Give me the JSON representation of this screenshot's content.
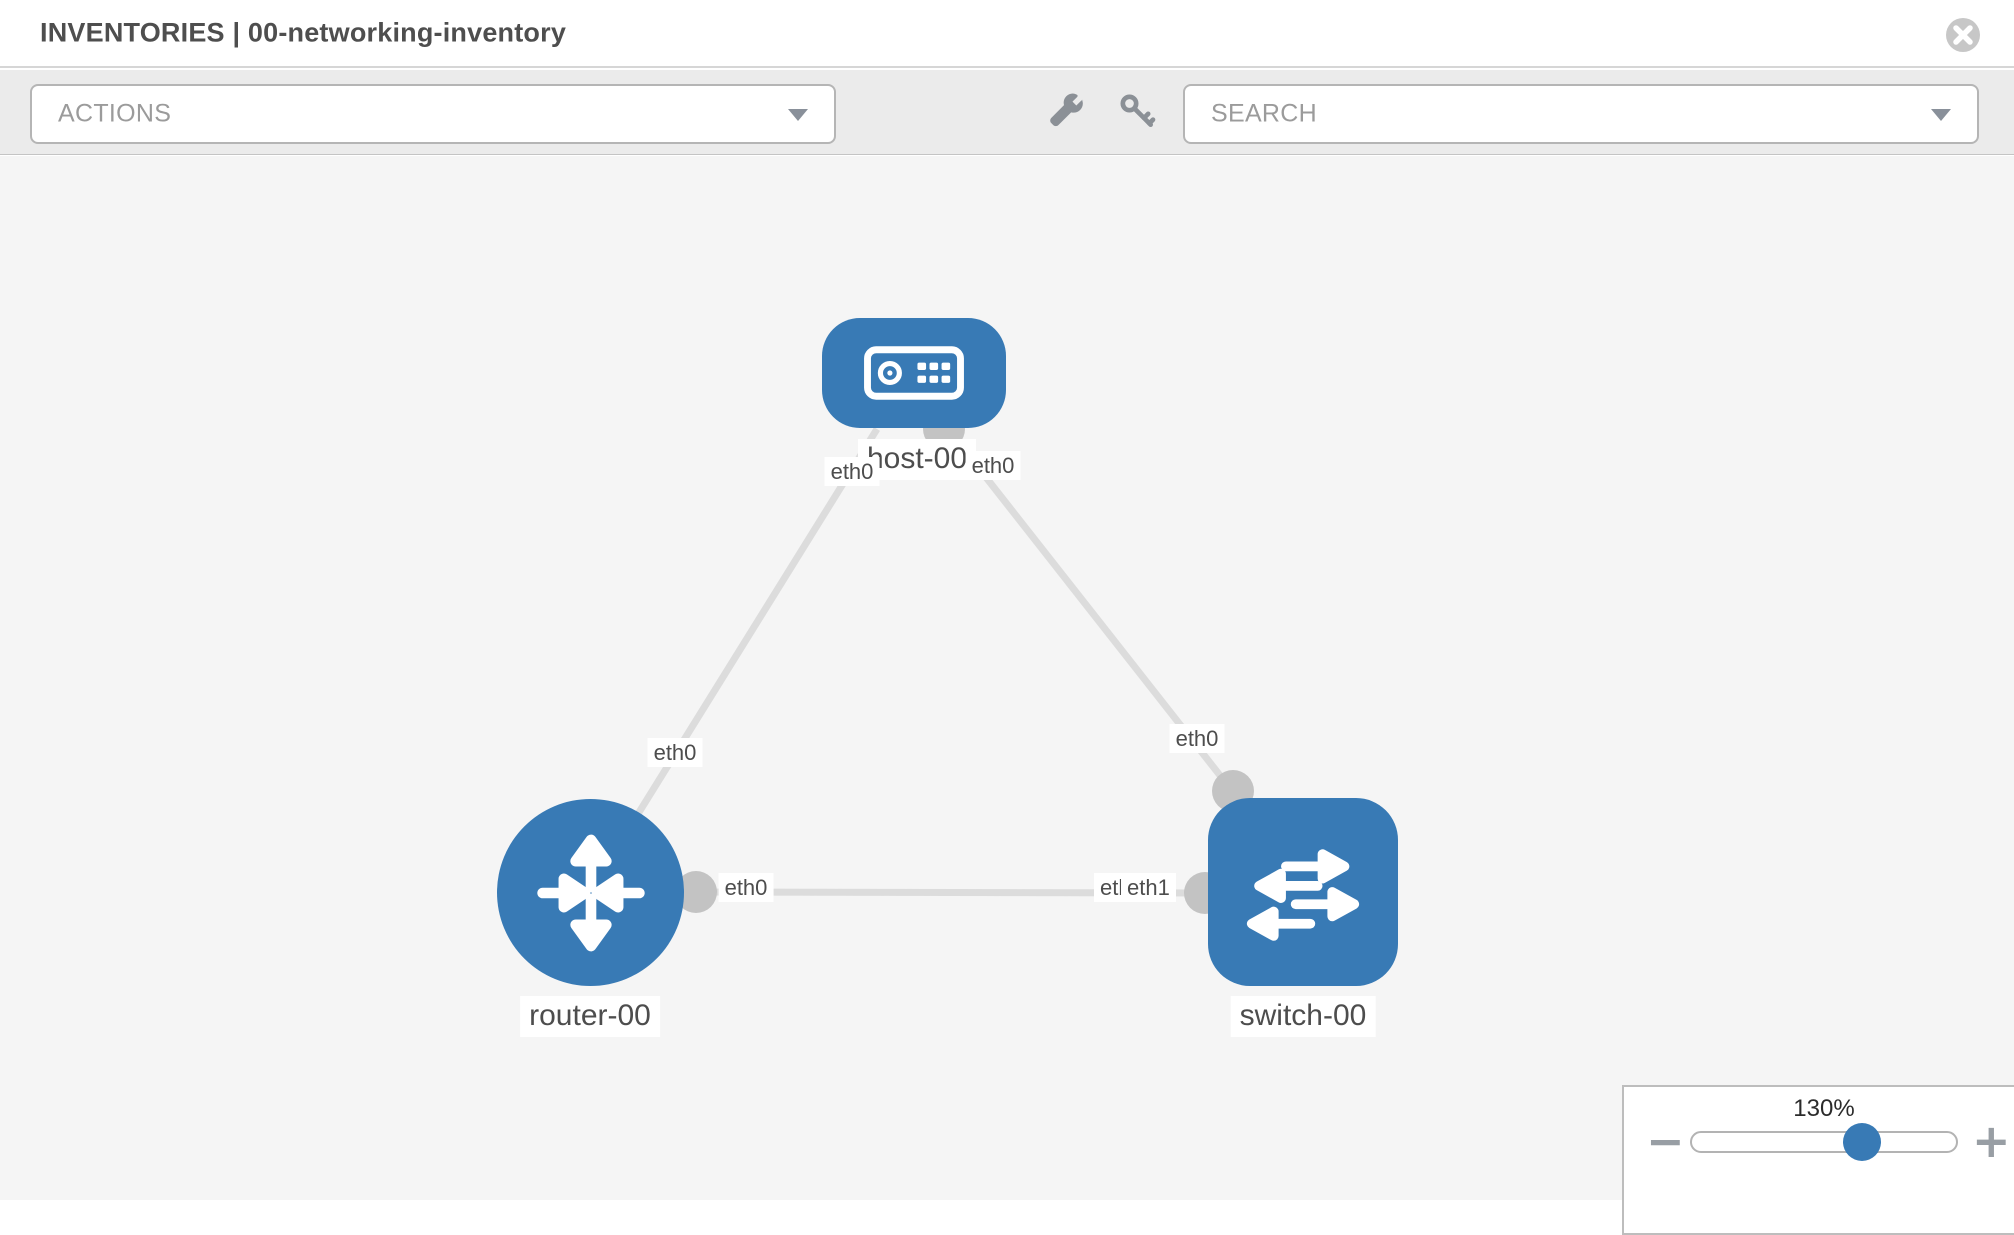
{
  "header": {
    "title": "INVENTORIES | 00-networking-inventory"
  },
  "toolbar": {
    "actions_label": "ACTIONS",
    "search_label": "SEARCH"
  },
  "topology": {
    "nodes": [
      {
        "label": "host-00",
        "type": "host"
      },
      {
        "label": "router-00",
        "type": "router"
      },
      {
        "label": "switch-00",
        "type": "switch"
      }
    ],
    "links": [
      {
        "from": "host-00",
        "to": "router-00",
        "from_interface": "eth0",
        "to_interface": "eth0"
      },
      {
        "from": "host-00",
        "to": "switch-00",
        "from_interface": "eth0",
        "to_interface": "eth0"
      },
      {
        "from": "router-00",
        "to": "switch-00",
        "from_interface": "eth0",
        "to_interface": "eth1"
      }
    ],
    "interface_labels": {
      "host_left": "eth0",
      "host_right": "eth0",
      "host_router_mid": "eth0",
      "router_right": "eth0",
      "switch_left_under": "eth0",
      "switch_left_over": "eth1",
      "switch_top": "eth0"
    }
  },
  "zoom_control": {
    "level": "130%",
    "minus_label": "−",
    "plus_label": "+"
  },
  "colors": {
    "node_blue": "#387ab5",
    "link_gray": "#dcdcdc",
    "connector_gray": "#c3c3c3",
    "canvas_bg": "#f5f5f5",
    "toolbar_bg": "#ebebeb",
    "placeholder_gray": "#9b9b9b",
    "label_text": "#4d4d4d",
    "icon_gray": "#8b9096"
  }
}
